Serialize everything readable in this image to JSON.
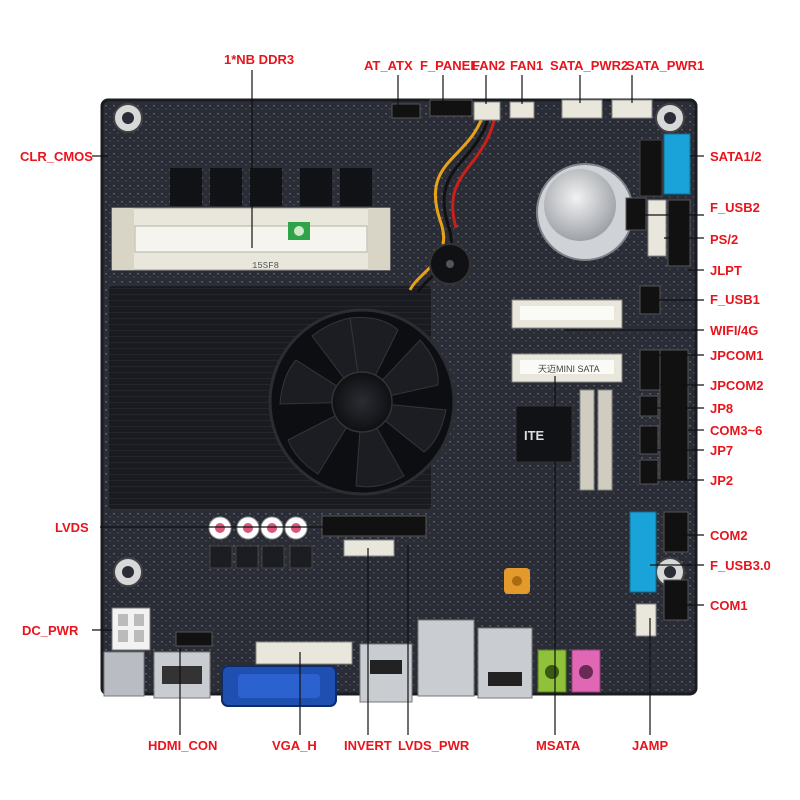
{
  "labels": {
    "nb_ddr3": "1*NB DDR3",
    "at_atx": "AT_ATX",
    "f_panel": "F_PANEL",
    "fan2": "FAN2",
    "fan1": "FAN1",
    "sata_pwr2": "SATA_PWR2",
    "sata_pwr1": "SATA_PWR1",
    "clr_cmos": "CLR_CMOS",
    "sata12": "SATA1/2",
    "f_usb2": "F_USB2",
    "ps2": "PS/2",
    "jlpt": "JLPT",
    "f_usb1": "F_USB1",
    "wifi4g": "WIFI/4G",
    "jpcom1": "JPCOM1",
    "jpcom2": "JPCOM2",
    "jp8": "JP8",
    "com36": "COM3~6",
    "jp7": "JP7",
    "jp2": "JP2",
    "lvds": "LVDS",
    "com2": "COM2",
    "f_usb30": "F_USB3.0",
    "com1": "COM1",
    "dc_pwr": "DC_PWR",
    "hdmi_con": "HDMI_CON",
    "vga_h": "VGA_H",
    "invert": "INVERT",
    "lvds_pwr": "LVDS_PWR",
    "msata": "MSATA",
    "jamp": "JAMP"
  },
  "board": {
    "dimm_marking": "15SF8",
    "msata_slot_marking": "天迈MINI SATA",
    "chip_brand": "ITE"
  },
  "colors": {
    "label": "#e8141c",
    "pcb": "#2a2d35",
    "heatsink": "#15161a",
    "sata": "#1aa3d9",
    "vga": "#1f4fb0"
  }
}
